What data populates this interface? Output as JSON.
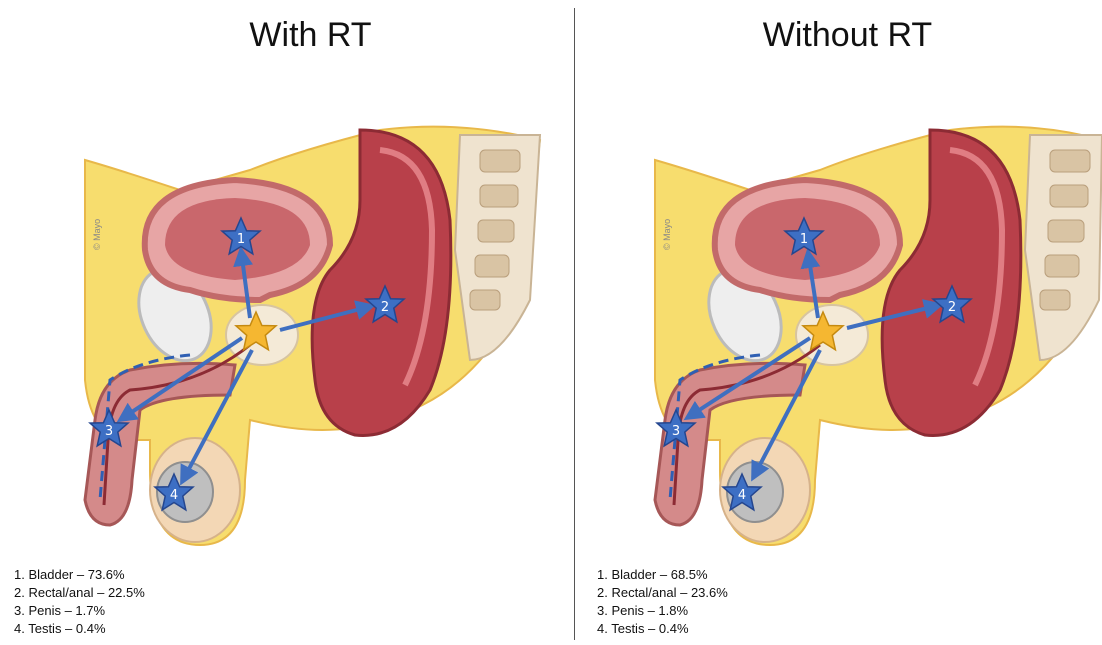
{
  "panels": [
    {
      "title": "With RT",
      "sites": [
        {
          "number": "1",
          "label": "1. Bladder – 73.6%"
        },
        {
          "number": "2",
          "label": "2. Rectal/anal – 22.5%"
        },
        {
          "number": "3",
          "label": "3. Penis – 1.7%"
        },
        {
          "number": "4",
          "label": "4. Testis – 0.4%"
        }
      ]
    },
    {
      "title": "Without RT",
      "sites": [
        {
          "number": "1",
          "label": "1. Bladder – 68.5%"
        },
        {
          "number": "2",
          "label": "2. Rectal/anal – 23.6%"
        },
        {
          "number": "3",
          "label": "3. Penis – 1.8%"
        },
        {
          "number": "4",
          "label": "4. Testis – 0.4%"
        }
      ]
    }
  ],
  "illustration_signature": "© Mayo",
  "colors": {
    "fat": "#f7dd6e",
    "muscle": "#b8404a",
    "muscle_light": "#e7a5a5",
    "bone": "#efe3cf",
    "origin_star": "#f5b731",
    "site_star": "#3d6fc4",
    "arrow": "#3f6fc0"
  }
}
